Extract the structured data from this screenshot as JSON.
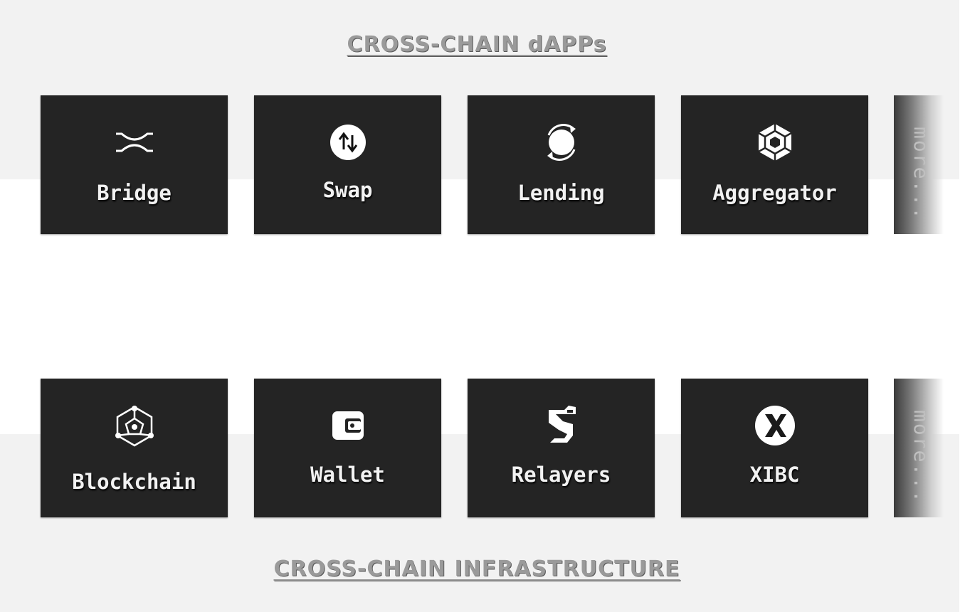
{
  "dapps": {
    "title": "CROSS-CHAIN dAPPs",
    "tiles": [
      {
        "label": "Bridge",
        "icon": "bridge-icon"
      },
      {
        "label": "Swap",
        "icon": "swap-icon"
      },
      {
        "label": "Lending",
        "icon": "lending-icon"
      },
      {
        "label": "Aggregator",
        "icon": "aggregator-icon"
      }
    ],
    "more_label": "more..."
  },
  "infrastructure": {
    "title": "CROSS-CHAIN INFRASTRUCTURE",
    "tiles": [
      {
        "label": "Blockchain",
        "icon": "blockchain-icon"
      },
      {
        "label": "Wallet",
        "icon": "wallet-icon"
      },
      {
        "label": "Relayers",
        "icon": "relayers-icon"
      },
      {
        "label": "XIBC",
        "icon": "xibc-icon"
      }
    ],
    "more_label": "more..."
  },
  "colors": {
    "tile_background": "#242424",
    "tile_text": "#f2f2f2",
    "title_text": "#9a9a9a",
    "band_background": "#f2f2f2"
  }
}
